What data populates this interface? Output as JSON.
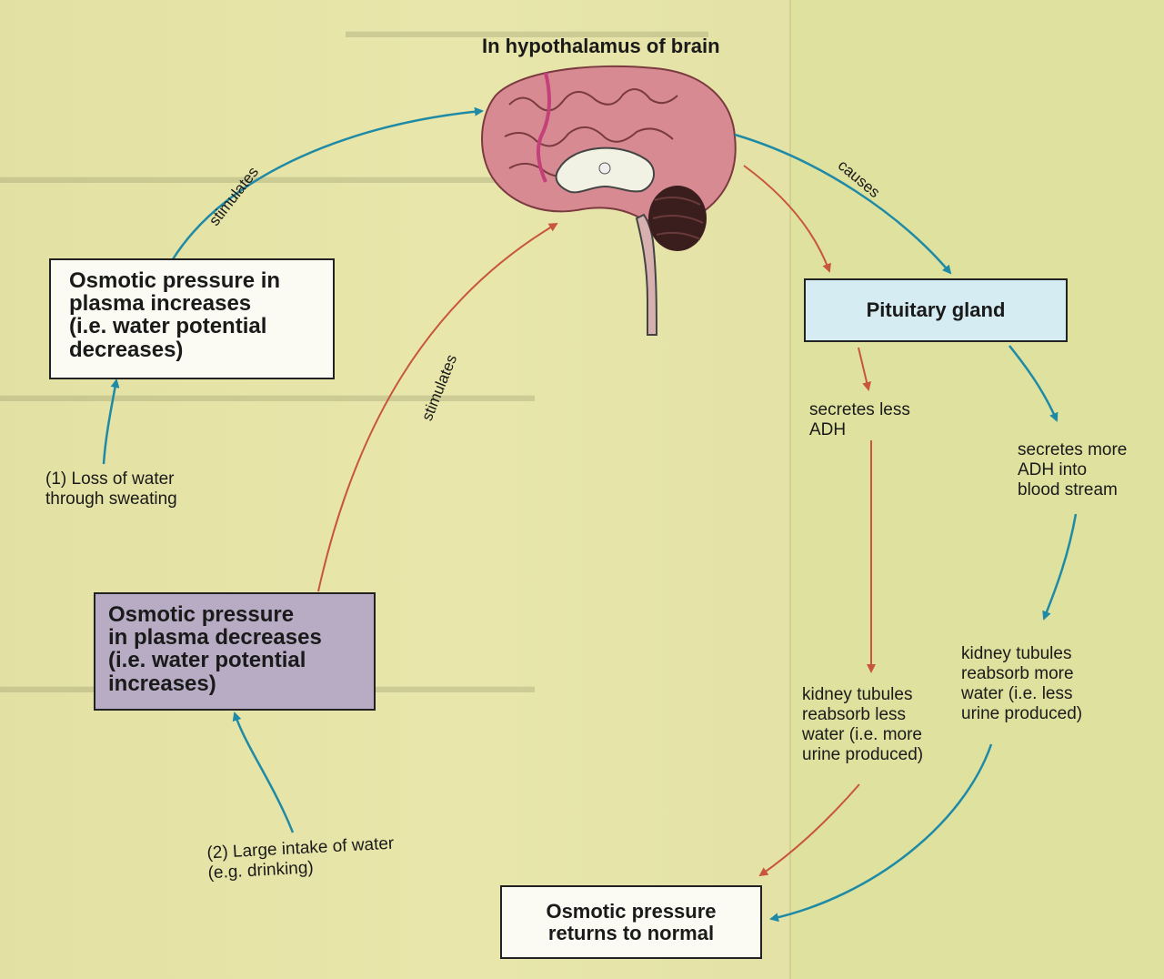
{
  "title": "In hypothalamus of brain",
  "boxes": {
    "increase": {
      "line1": "Osmotic pressure in",
      "line2": "plasma increases",
      "line3": "(i.e. water potential",
      "line4": "decreases)"
    },
    "decrease": {
      "line1": "Osmotic pressure",
      "line2": "in plasma decreases",
      "line3": "(i.e. water potential",
      "line4": "increases)"
    },
    "pituitary": "Pituitary gland",
    "normal": {
      "line1": "Osmotic pressure",
      "line2": "returns to normal"
    }
  },
  "labels": {
    "stimulates_top": "stimulates",
    "stimulates_mid": "stimulates",
    "causes": "causes",
    "loss": {
      "line1": "(1) Loss of water",
      "line2": "through sweating"
    },
    "intake": {
      "line1": "(2) Large intake of water",
      "line2": "(e.g. drinking)"
    },
    "secretes_less": {
      "line1": "secretes less",
      "line2": "ADH"
    },
    "secretes_more": {
      "line1": "secretes more",
      "line2": "ADH into",
      "line3": "blood stream"
    },
    "kidney_less": {
      "line1": "kidney tubules",
      "line2": "reabsorb less",
      "line3": "water (i.e. more",
      "line4": "urine produced)"
    },
    "kidney_more": {
      "line1": "kidney tubules",
      "line2": "reabsorb more",
      "line3": "water (i.e. less",
      "line4": "urine produced)"
    }
  },
  "colors": {
    "blue_arrow": "#1f8aa6",
    "red_arrow": "#c8553d",
    "pituitary_fill": "#d4ecf2",
    "decrease_fill": "#b7acc4"
  }
}
